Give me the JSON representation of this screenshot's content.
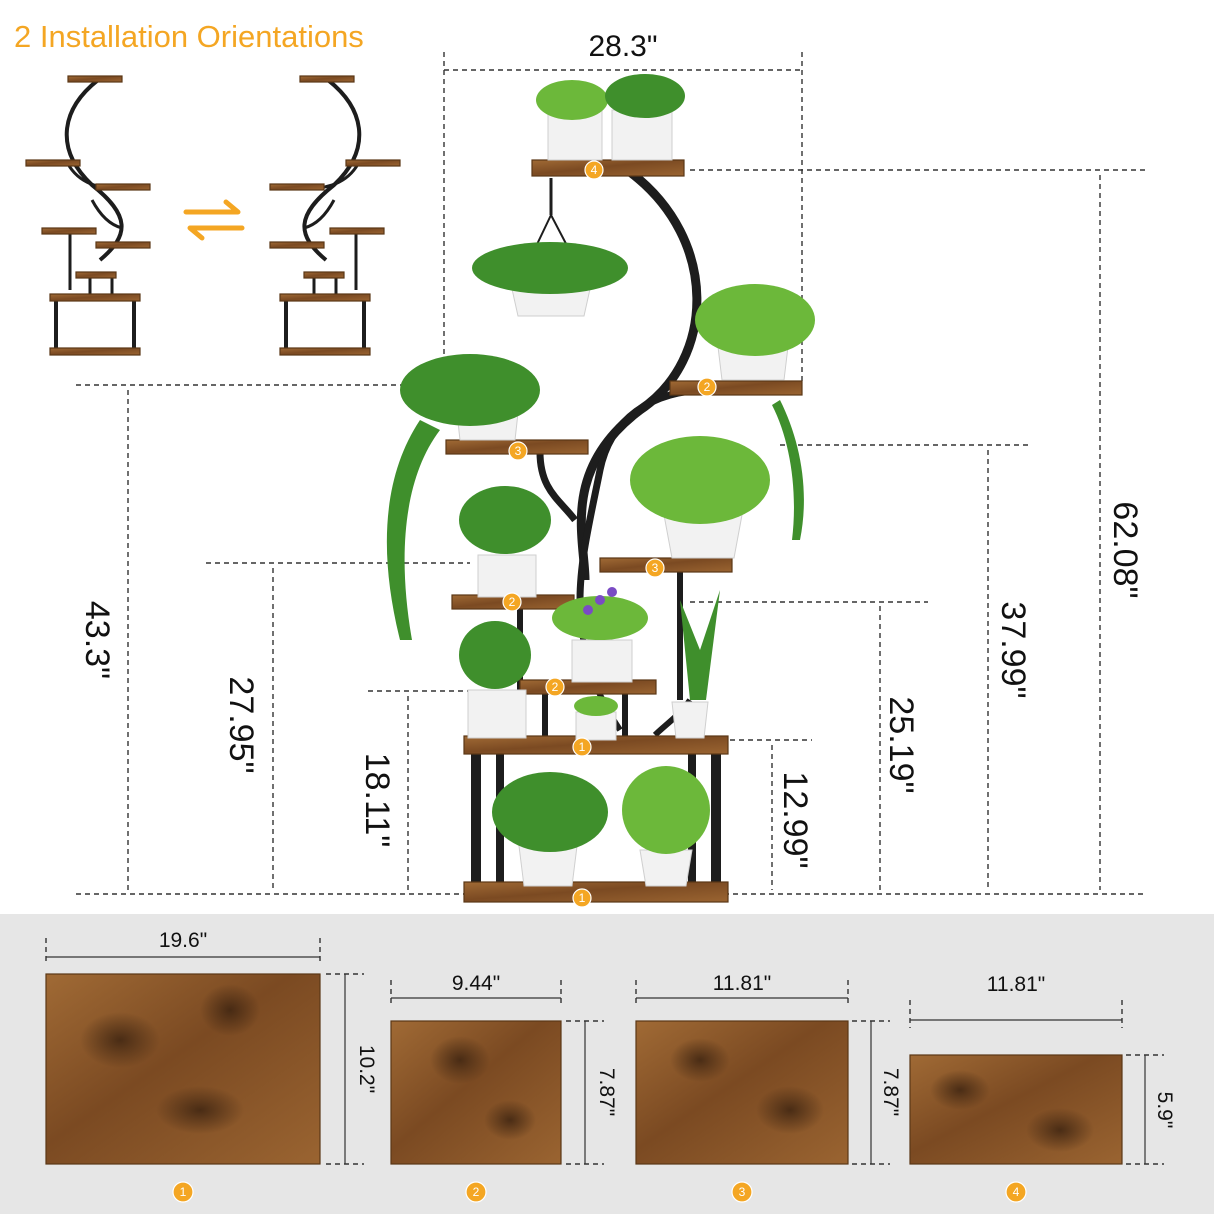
{
  "title": "2 Installation Orientations",
  "colors": {
    "accent": "#f4a623",
    "wood": "#8a5a2b",
    "frame": "#1d1d1d",
    "panel": "#e6e6e6"
  },
  "orientation_icon": "swap-arrows-icon",
  "overall_width": "28.3\"",
  "heights": {
    "total": "62.08\"",
    "left_side": "43.3\"",
    "tier_3_right": "37.99\"",
    "tier_3_left": "27.95\"",
    "tier_2_right": "25.19\"",
    "tier_2_left": "18.11\"",
    "tier_1": "12.99\""
  },
  "shelf_badges": [
    "4",
    "2",
    "3",
    "3",
    "2",
    "2",
    "1",
    "1"
  ],
  "shelves": [
    {
      "id": "1",
      "width": "19.6\"",
      "depth": "10.2\""
    },
    {
      "id": "2",
      "width": "9.44\"",
      "depth": "7.87\""
    },
    {
      "id": "3",
      "width": "11.81\"",
      "depth": "7.87\""
    },
    {
      "id": "4",
      "width": "11.81\"",
      "depth": "5.9\""
    }
  ]
}
